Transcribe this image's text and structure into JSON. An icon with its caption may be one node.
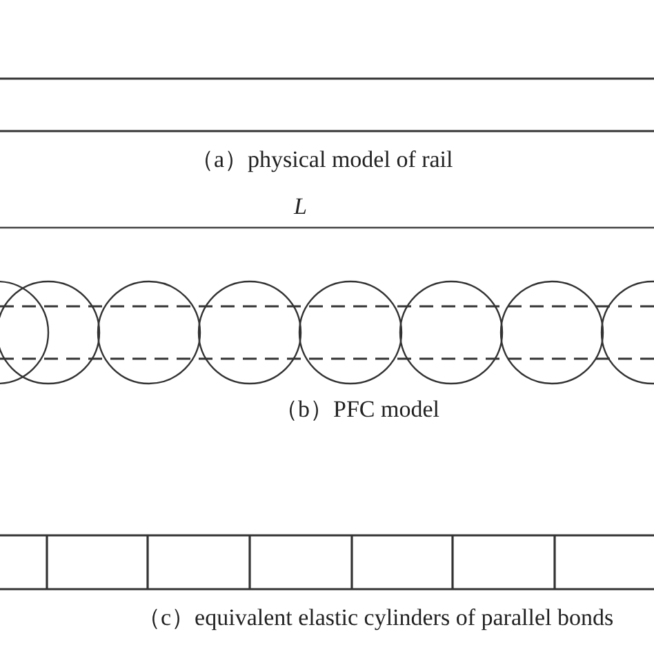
{
  "diagram": {
    "labels": [
      "（a）physical model of rail",
      "L",
      "（b）PFC model",
      "（c）equivalent elastic cylinders of parallel bonds"
    ]
  }
}
